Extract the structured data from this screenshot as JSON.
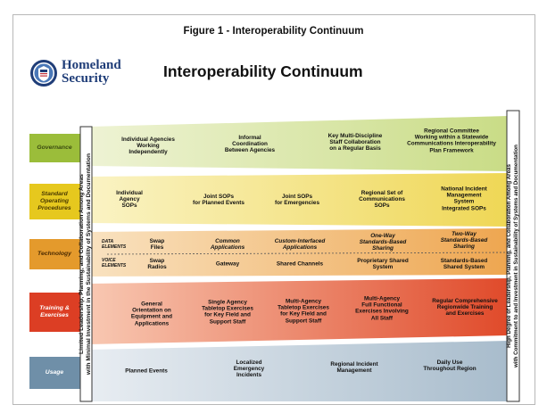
{
  "figure_title": "Figure 1 - Interoperability Continuum",
  "logo": {
    "line1": "Homeland",
    "line2": "Security"
  },
  "main_title": "Interoperability Continuum",
  "left_bar": {
    "line1": "Limited Leadership, Planning, and Collaboration Among Areas",
    "line2": "with Minimal Investment in the Sustainability of Systems and Documentation"
  },
  "right_bar": {
    "line1": "High Degree of Leadership, Planning, and Collaboration Among Areas",
    "line2": "with Commitment to and Investment in Sustainability of Systems and Documentation"
  },
  "rows": {
    "governance": {
      "label": "Governance",
      "cells": [
        {
          "l1": "Individual Agencies",
          "l2": "Working",
          "l3": "Independently"
        },
        {
          "l1": "Informal",
          "l2": "Coordination",
          "l3": "Between Agencies"
        },
        {
          "l1": "Key Multi-Discipline",
          "l2": "Staff Collaboration",
          "l3": "on a Regular Basis"
        },
        {
          "l1": "Regional Committee",
          "l2": "Working within a Statewide",
          "l3": "Communications Interoperability",
          "l4": "Plan Framework"
        }
      ]
    },
    "sop": {
      "label1": "Standard",
      "label2": "Operating",
      "label3": "Procedures",
      "cells": [
        {
          "l1": "Individual",
          "l2": "Agency",
          "l3": "SOPs"
        },
        {
          "l1": "Joint SOPs",
          "l2": "for Planned Events"
        },
        {
          "l1": "Joint SOPs",
          "l2": "for Emergencies"
        },
        {
          "l1": "Regional Set of",
          "l2": "Communications",
          "l3": "SOPs"
        },
        {
          "l1": "National Incident",
          "l2": "Management",
          "l3": "System",
          "l4": "Integrated SOPs"
        }
      ]
    },
    "technology": {
      "label": "Technology",
      "data_label1": "DATA",
      "data_label2": "ELEMENTS",
      "voice_label1": "VOICE",
      "voice_label2": "ELEMENTS",
      "data_cells": [
        {
          "l1": "Swap",
          "l2": "Files"
        },
        {
          "l1": "Common",
          "l2": "Applications"
        },
        {
          "l1": "Custom-Interfaced",
          "l2": "Applications"
        },
        {
          "l1": "One-Way",
          "l2": "Standards-Based",
          "l3": "Sharing"
        },
        {
          "l1": "Two-Way",
          "l2": "Standards-Based",
          "l3": "Sharing"
        }
      ],
      "voice_cells": [
        {
          "l1": "Swap",
          "l2": "Radios"
        },
        {
          "l1": "Gateway"
        },
        {
          "l1": "Shared Channels"
        },
        {
          "l1": "Proprietary Shared",
          "l2": "System"
        },
        {
          "l1": "Standards-Based",
          "l2": "Shared System"
        }
      ]
    },
    "training": {
      "label1": "Training &",
      "label2": "Exercises",
      "cells": [
        {
          "l1": "General",
          "l2": "Orientation on",
          "l3": "Equipment and",
          "l4": "Applications"
        },
        {
          "l1": "Single Agency",
          "l2": "Tabletop Exercises",
          "l3": "for Key Field and",
          "l4": "Support Staff"
        },
        {
          "l1": "Multi-Agency",
          "l2": "Tabletop Exercises",
          "l3": "for Key Field and",
          "l4": "Support Staff"
        },
        {
          "l1": "Multi-Agency",
          "l2": "Full Functional",
          "l3": "Exercises Involving",
          "l4": "All Staff"
        },
        {
          "l1": "Regular Comprehensive",
          "l2": "Regionwide Training",
          "l3": "and Exercises"
        }
      ]
    },
    "usage": {
      "label": "Usage",
      "cells": [
        {
          "l1": "Planned Events"
        },
        {
          "l1": "Localized",
          "l2": "Emergency",
          "l3": "Incidents"
        },
        {
          "l1": "Regional Incident",
          "l2": "Management"
        },
        {
          "l1": "Daily Use",
          "l2": "Throughout Region"
        }
      ]
    }
  },
  "colors": {
    "governance": "#9bbd3a",
    "governance_band": "#e6eec2",
    "sop": "#e6c81e",
    "sop_band": "#f6ecac",
    "technology": "#e49a2c",
    "technology_band": "#f4c888",
    "training": "#dc3e24",
    "training_band": "#f08a68",
    "usage": "#6f8fa8",
    "usage_band": "#c4d0dc",
    "logo_blue": "#1f3d78"
  }
}
